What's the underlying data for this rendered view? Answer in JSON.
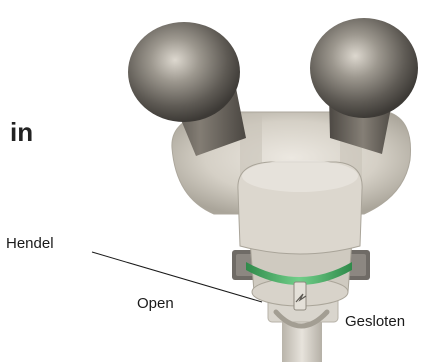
{
  "diagram": {
    "title_fragment": "in",
    "labels": {
      "lever": "Hendel",
      "open": "Open",
      "closed": "Gesloten"
    },
    "colors": {
      "body": "#d6d1c7",
      "body_shadow": "#a8a396",
      "eyepiece": "#5e5a54",
      "locking_ring": "#4cb36a",
      "background": "#ffffff"
    },
    "icons": {
      "microscope": "binocular-microscope-icon"
    }
  }
}
